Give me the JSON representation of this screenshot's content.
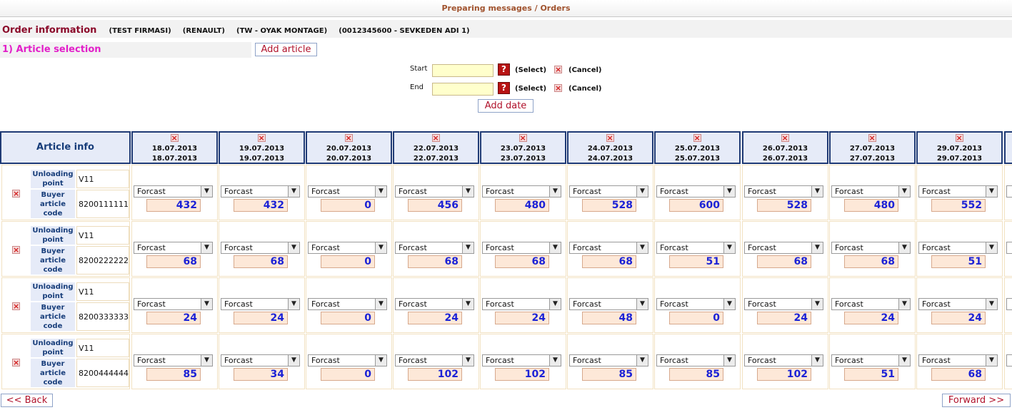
{
  "window": {
    "title": "Preparing messages / Orders"
  },
  "order": {
    "title": "Order information",
    "parts": [
      "(TEST FIRMASI)",
      "(RENAULT)",
      "(TW - OYAK MONTAGE)",
      "(0012345600 - SEVKEDEN ADI 1)"
    ]
  },
  "article_section": {
    "title": "1) Article selection",
    "add_button": "Add article"
  },
  "date_filter": {
    "start_label": "Start",
    "end_label": "End",
    "start_value": "",
    "end_value": "",
    "select_label": "(Select)",
    "cancel_label": "(Cancel)",
    "add_button": "Add date"
  },
  "grid": {
    "article_info_header": "Article info",
    "unloading_label": "Unloading point",
    "buyer_label": "Buyer article code",
    "dates": [
      [
        "18.07.2013",
        "18.07.2013"
      ],
      [
        "19.07.2013",
        "19.07.2013"
      ],
      [
        "20.07.2013",
        "20.07.2013"
      ],
      [
        "22.07.2013",
        "22.07.2013"
      ],
      [
        "23.07.2013",
        "23.07.2013"
      ],
      [
        "24.07.2013",
        "24.07.2013"
      ],
      [
        "25.07.2013",
        "25.07.2013"
      ],
      [
        "26.07.2013",
        "26.07.2013"
      ],
      [
        "27.07.2013",
        "27.07.2013"
      ],
      [
        "29.07.2013",
        "29.07.2013"
      ]
    ],
    "select_value": "Forcast",
    "rows": [
      {
        "unloading": "V11",
        "buyer_code": "8200111111",
        "qty": [
          "432",
          "432",
          "0",
          "456",
          "480",
          "528",
          "600",
          "528",
          "480",
          "552"
        ]
      },
      {
        "unloading": "V11",
        "buyer_code": "8200222222",
        "qty": [
          "68",
          "68",
          "0",
          "68",
          "68",
          "68",
          "51",
          "68",
          "68",
          "51"
        ]
      },
      {
        "unloading": "V11",
        "buyer_code": "8200333333",
        "qty": [
          "24",
          "24",
          "0",
          "24",
          "24",
          "48",
          "0",
          "24",
          "24",
          "24"
        ]
      },
      {
        "unloading": "V11",
        "buyer_code": "8200444444",
        "qty": [
          "85",
          "34",
          "0",
          "102",
          "102",
          "85",
          "85",
          "102",
          "51",
          "68"
        ]
      }
    ]
  },
  "nav": {
    "back": "<< Back",
    "forward": "Forward >>"
  }
}
